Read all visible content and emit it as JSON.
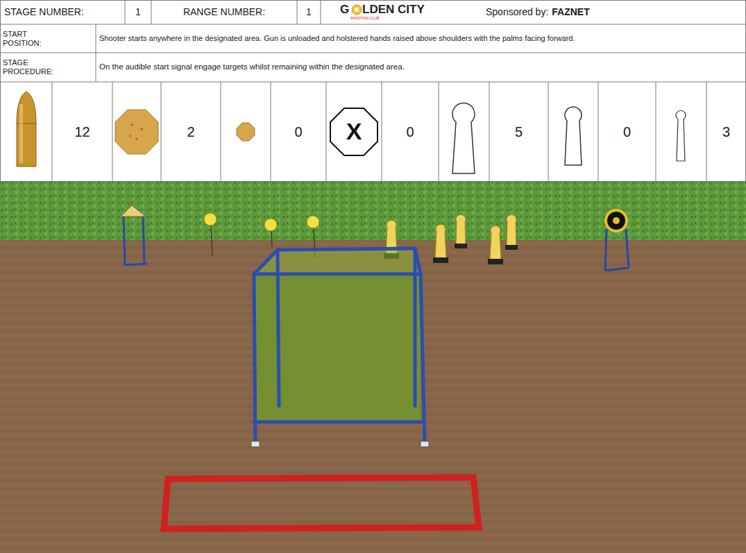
{
  "diagram": {
    "labels": [
      "STAGE NUMBER:",
      "1",
      "RANGE NUMBER:",
      "1",
      "G",
      "LDEN CITY",
      "SHOOTING CLUB",
      "Sponsored by:",
      "FAZNET",
      "START POSITION:",
      "Shooter starts anywhere in the designated area. Gun is unloaded and holstered hands raised above shoulders with the palms facing forward.",
      "STAGE PROCEDURE:",
      "On the audible start signal engage targets whilst remaining within the designated area.",
      "12",
      "2",
      "0",
      "X",
      "0",
      "5",
      "0",
      "3"
    ]
  }
}
